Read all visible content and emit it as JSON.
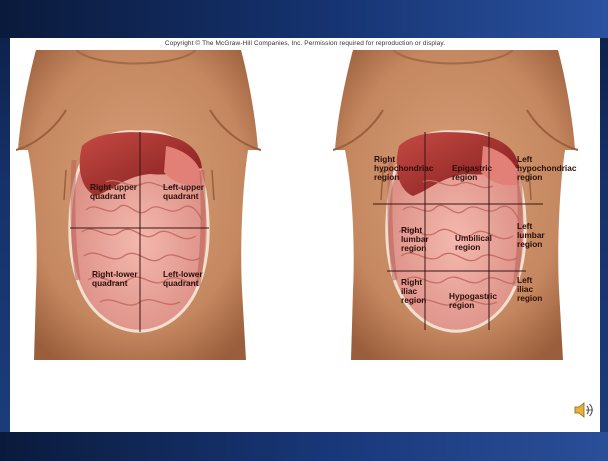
{
  "copyright": "Copyright © The McGraw-Hill Companies, Inc. Permission required for reproduction or display.",
  "quadrants": {
    "right_upper": "Right-upper\nquadrant",
    "left_upper": "Left-upper\nquadrant",
    "right_lower": "Right-lower\nquadrant",
    "left_lower": "Left-lower\nquadrant"
  },
  "regions": {
    "right_hypochondriac": "Right\nhypochondriac\nregion",
    "epigastric": "Epigastric\nregion",
    "left_hypochondriac": "Left\nhypochondriac\nregion",
    "right_lumbar": "Right\nlumbar\nregion",
    "umbilical": "Umbilical\nregion",
    "left_lumbar": "Left\nlumbar\nregion",
    "right_iliac": "Right\niliac\nregion",
    "hypogastric": "Hypogastric\nregion",
    "left_iliac": "Left\niliac\nregion"
  },
  "icons": {
    "speaker": "speaker-icon"
  },
  "colors": {
    "skin": "#c9916a",
    "organ": "#e8a39a",
    "liver": "#9b2a2a",
    "slide_band": "#163472"
  }
}
